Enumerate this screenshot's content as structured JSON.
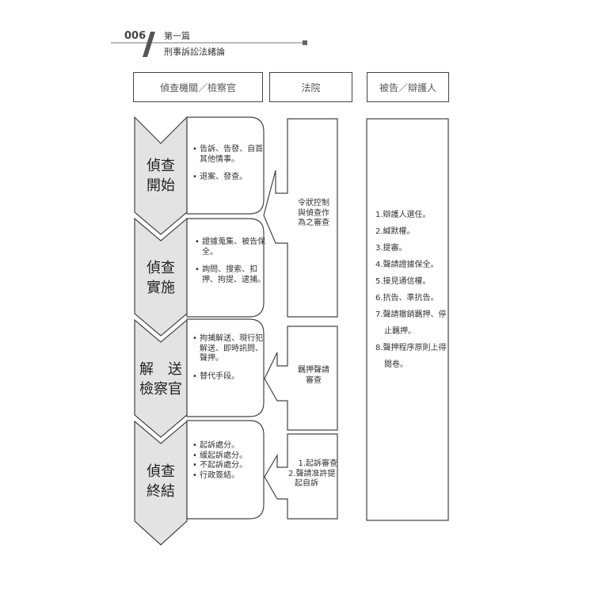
{
  "header": {
    "page_number": "006",
    "part": "第一篇",
    "chapter": "刑事訴訟法緒論"
  },
  "columns": [
    "偵查機關／檢察官",
    "法院",
    "被告／辯護人"
  ],
  "stages": [
    {
      "title_line1": "偵查",
      "title_line2": "開始",
      "items": [
        "告訴、告發、自首其他情事。",
        "退案、發查。"
      ]
    },
    {
      "title_line1": "偵查",
      "title_line2": "實施",
      "items": [
        "證據蒐集、被告保全。",
        "詢問、搜索、扣押、拘提、逮捕。"
      ]
    },
    {
      "title_line1": "解　送",
      "title_line2": "檢察官",
      "items": [
        "拘捕解送、現行犯解送、即時訊問、聲押。",
        "替代手段。"
      ]
    },
    {
      "title_line1": "偵查",
      "title_line2": "終結",
      "items": [
        "起訴處分。",
        "緩起訴處分。",
        "不起訴處分。",
        "行政簽結。"
      ]
    }
  ],
  "court": [
    {
      "text": "令狀控制與偵查作為之審查"
    },
    {
      "text": "羈押聲請審查"
    },
    {
      "items": [
        "1.起訴審查",
        "2.聲請准許提起自訴"
      ]
    }
  ],
  "defense_rights": [
    "1.辯護人選任。",
    "2.緘默權。",
    "3.提審。",
    "4.聲請證據保全。",
    "5.接見通信權。",
    "6.抗告、準抗告。",
    "7.聲請撤銷羈押、停止羈押。",
    "8.聲押程序原則上得閱卷。"
  ]
}
